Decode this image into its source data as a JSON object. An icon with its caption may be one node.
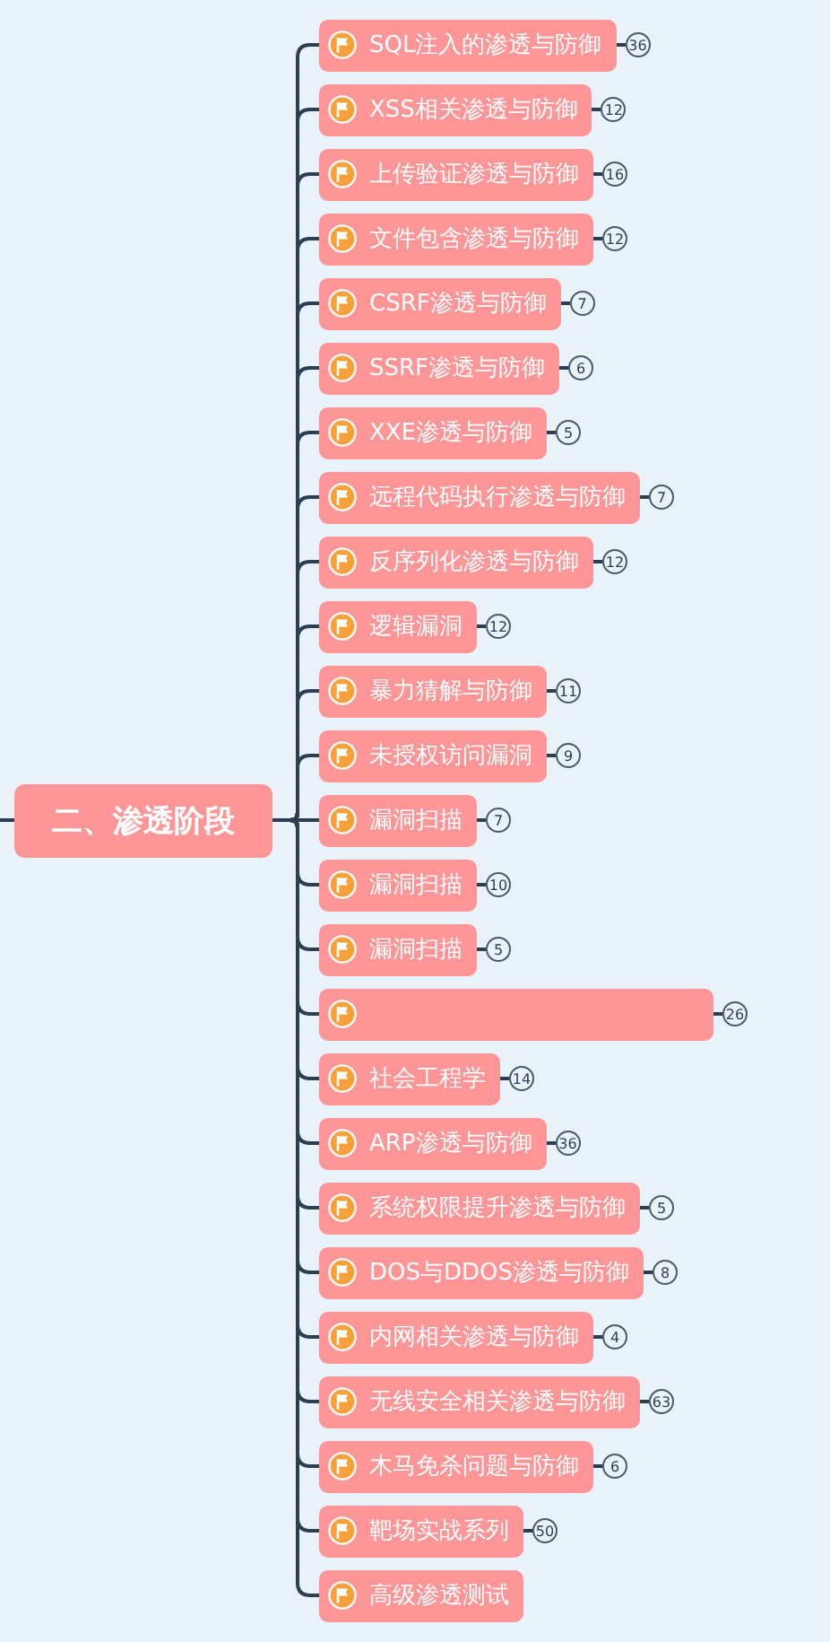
{
  "diagram": {
    "nodes": [
      {
        "text": [
          "二、渗透阶段"
        ]
      },
      {
        "text": [
          "SQL注入的渗透与防御"
        ],
        "beside": [
          "36"
        ]
      },
      {
        "text": [
          "XSS相关渗透与防御"
        ],
        "beside": [
          "12"
        ]
      },
      {
        "text": [
          "上传验证渗透与防御"
        ],
        "beside": [
          "16"
        ]
      },
      {
        "text": [
          "文件包含渗透与防御"
        ],
        "beside": [
          "12"
        ]
      },
      {
        "text": [
          "CSRF渗透与防御"
        ],
        "beside": [
          "7"
        ]
      },
      {
        "text": [
          "SSRF渗透与防御"
        ],
        "beside": [
          "6"
        ]
      },
      {
        "text": [
          "XXE渗透与防御"
        ],
        "beside": [
          "5"
        ]
      },
      {
        "text": [
          "远程代码执行渗透与防御"
        ],
        "beside": [
          "7"
        ]
      },
      {
        "text": [
          "反序列化渗透与防御"
        ],
        "beside": [
          "12"
        ]
      },
      {
        "text": [
          "逻辑漏洞"
        ],
        "beside": [
          "12"
        ]
      },
      {
        "text": [
          "暴力猜解与防御"
        ],
        "beside": [
          "11"
        ]
      },
      {
        "text": [
          "未授权访问漏洞"
        ],
        "beside": [
          "9"
        ]
      },
      {
        "text": [
          "漏洞扫描"
        ],
        "beside": [
          "7"
        ]
      },
      {
        "text": [
          "漏洞扫描"
        ],
        "beside": [
          "10"
        ]
      },
      {
        "text": [
          "漏洞扫描"
        ],
        "beside": [
          "5"
        ]
      },
      {
        "text": [],
        "shape": "box",
        "beside": [
          "26"
        ]
      },
      {
        "text": [
          "社会工程学"
        ],
        "beside": [
          "14"
        ]
      },
      {
        "text": [
          "ARP渗透与防御"
        ],
        "beside": [
          "36"
        ]
      },
      {
        "text": [
          "系统权限提升渗透与防御"
        ],
        "beside": [
          "5"
        ]
      },
      {
        "text": [
          "DOS与DDOS渗透与防御"
        ],
        "beside": [
          "8"
        ]
      },
      {
        "text": [
          "内网相关渗透与防御"
        ],
        "beside": [
          "4"
        ]
      },
      {
        "text": [
          "无线安全相关渗透与防御"
        ],
        "beside": [
          "63"
        ]
      },
      {
        "text": [
          "木马免杀问题与防御"
        ],
        "beside": [
          "6"
        ]
      },
      {
        "text": [
          "靶场实战系列"
        ],
        "beside": [
          "50"
        ]
      },
      {
        "text": [
          "高级渗透测试"
        ]
      }
    ],
    "edges": [
      {
        "from": null,
        "to": 0,
        "arrow": "none"
      },
      {
        "from": 0,
        "to": 1,
        "arrow": "none"
      },
      {
        "from": 0,
        "to": 2,
        "arrow": "none"
      },
      {
        "from": 0,
        "to": 3,
        "arrow": "none"
      },
      {
        "from": 0,
        "to": 4,
        "arrow": "none"
      },
      {
        "from": 0,
        "to": 5,
        "arrow": "none"
      },
      {
        "from": 0,
        "to": 6,
        "arrow": "none"
      },
      {
        "from": 0,
        "to": 7,
        "arrow": "none"
      },
      {
        "from": 0,
        "to": 8,
        "arrow": "none"
      },
      {
        "from": 0,
        "to": 9,
        "arrow": "none"
      },
      {
        "from": 0,
        "to": 10,
        "arrow": "none"
      },
      {
        "from": 0,
        "to": 11,
        "arrow": "none"
      },
      {
        "from": 0,
        "to": 12,
        "arrow": "none"
      },
      {
        "from": 0,
        "to": 13,
        "arrow": "none"
      },
      {
        "from": 0,
        "to": 14,
        "arrow": "none"
      },
      {
        "from": 0,
        "to": 15,
        "arrow": "none"
      },
      {
        "from": 0,
        "to": 16,
        "arrow": "none"
      },
      {
        "from": 0,
        "to": 17,
        "arrow": "none"
      },
      {
        "from": 0,
        "to": 18,
        "arrow": "none"
      },
      {
        "from": 0,
        "to": 19,
        "arrow": "none"
      },
      {
        "from": 0,
        "to": 20,
        "arrow": "none"
      },
      {
        "from": 0,
        "to": 21,
        "arrow": "none"
      },
      {
        "from": 0,
        "to": 22,
        "arrow": "none"
      },
      {
        "from": 0,
        "to": 23,
        "arrow": "none"
      },
      {
        "from": 0,
        "to": 24,
        "arrow": "none"
      },
      {
        "from": 0,
        "to": 25,
        "arrow": "none"
      }
    ]
  }
}
